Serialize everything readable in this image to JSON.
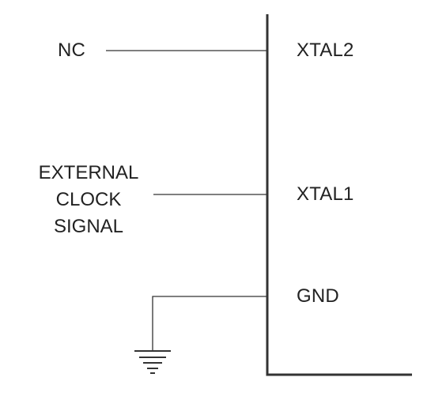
{
  "pins": {
    "xtal2": "XTAL2",
    "xtal1": "XTAL1",
    "gnd": "GND"
  },
  "connections": {
    "nc": "NC",
    "external_clock": [
      "EXTERNAL",
      "CLOCK",
      "SIGNAL"
    ]
  },
  "colors": {
    "stroke": "#333333",
    "text": "#222222",
    "background": "#ffffff"
  },
  "icons": {
    "ground": "ground-symbol-icon"
  }
}
